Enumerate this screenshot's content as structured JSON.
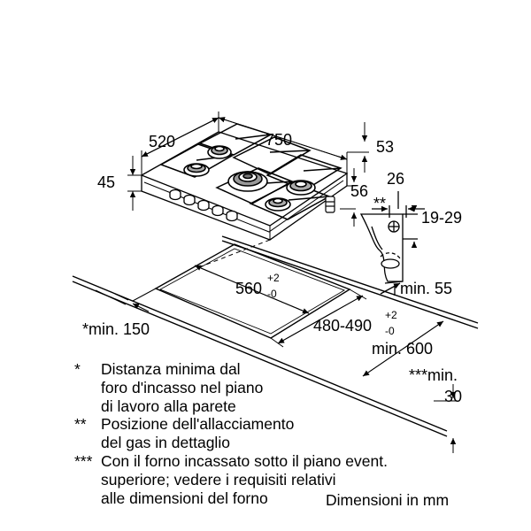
{
  "dimensions": {
    "hob_depth": "520",
    "hob_width": "750",
    "hob_height": "45",
    "gas_inlet_offset": "53",
    "inlet_height": "56",
    "gas_detail_width": "26",
    "gas_detail_height": "19-29",
    "detail_marker": "**",
    "cutout_width": "560",
    "cutout_width_tol_plus": "+2",
    "cutout_width_tol_minus": "-0",
    "cutout_depth": "480-490",
    "cutout_depth_tol_plus": "+2",
    "cutout_depth_tol_minus": "-0",
    "min_55": "min. 55",
    "min_150": "*min. 150",
    "min_600": "min. 600",
    "min_30_prefix": "***min.",
    "min_30_value": "30"
  },
  "notes": [
    {
      "marker": "*",
      "lines": [
        "Distanza minima dal",
        "foro d'incasso nel piano",
        "di lavoro alla parete"
      ]
    },
    {
      "marker": "**",
      "lines": [
        "Posizione dell'allacciamento",
        "del gas in dettaglio"
      ]
    },
    {
      "marker": "***",
      "lines": [
        "Con il forno incassato sotto il piano event.",
        "superiore; vedere i requisiti relativi",
        "alle dimensioni del forno"
      ]
    }
  ],
  "units_caption": "Dimensioni in mm"
}
